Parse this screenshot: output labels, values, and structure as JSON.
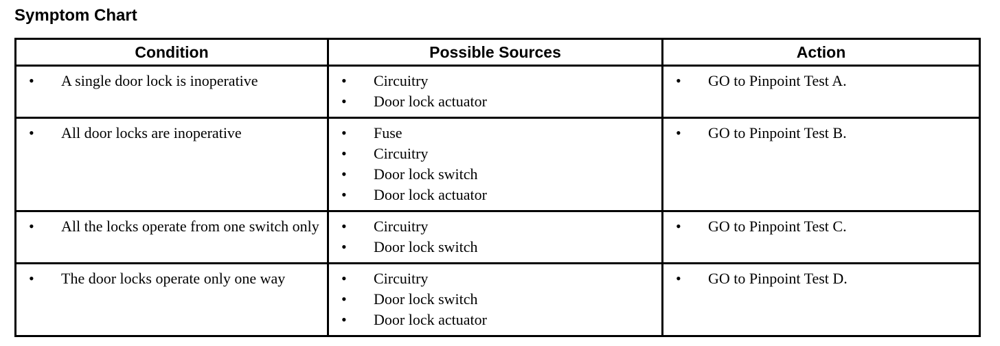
{
  "document": {
    "title": "Symptom Chart"
  },
  "table": {
    "name": "symptom-chart-table",
    "columns": [
      "Condition",
      "Possible Sources",
      "Action"
    ],
    "rows": [
      {
        "condition": [
          "A single door lock is inoperative"
        ],
        "possible_sources": [
          "Circuitry",
          "Door lock actuator"
        ],
        "action": [
          "GO to Pinpoint Test A."
        ]
      },
      {
        "condition": [
          "All door locks are inoperative"
        ],
        "possible_sources": [
          "Fuse",
          "Circuitry",
          "Door lock switch",
          "Door lock actuator"
        ],
        "action": [
          "GO to Pinpoint Test B."
        ]
      },
      {
        "condition": [
          "All the locks operate from one switch only"
        ],
        "possible_sources": [
          "Circuitry",
          "Door lock switch"
        ],
        "action": [
          "GO to Pinpoint Test C."
        ]
      },
      {
        "condition": [
          "The door locks operate only one way"
        ],
        "possible_sources": [
          "Circuitry",
          "Door lock switch",
          "Door lock actuator"
        ],
        "action": [
          "GO to Pinpoint Test D."
        ]
      }
    ]
  },
  "symbols": {
    "bullet": "•"
  },
  "colors": {
    "text": "#000000",
    "background": "#ffffff",
    "border": "#000000"
  }
}
